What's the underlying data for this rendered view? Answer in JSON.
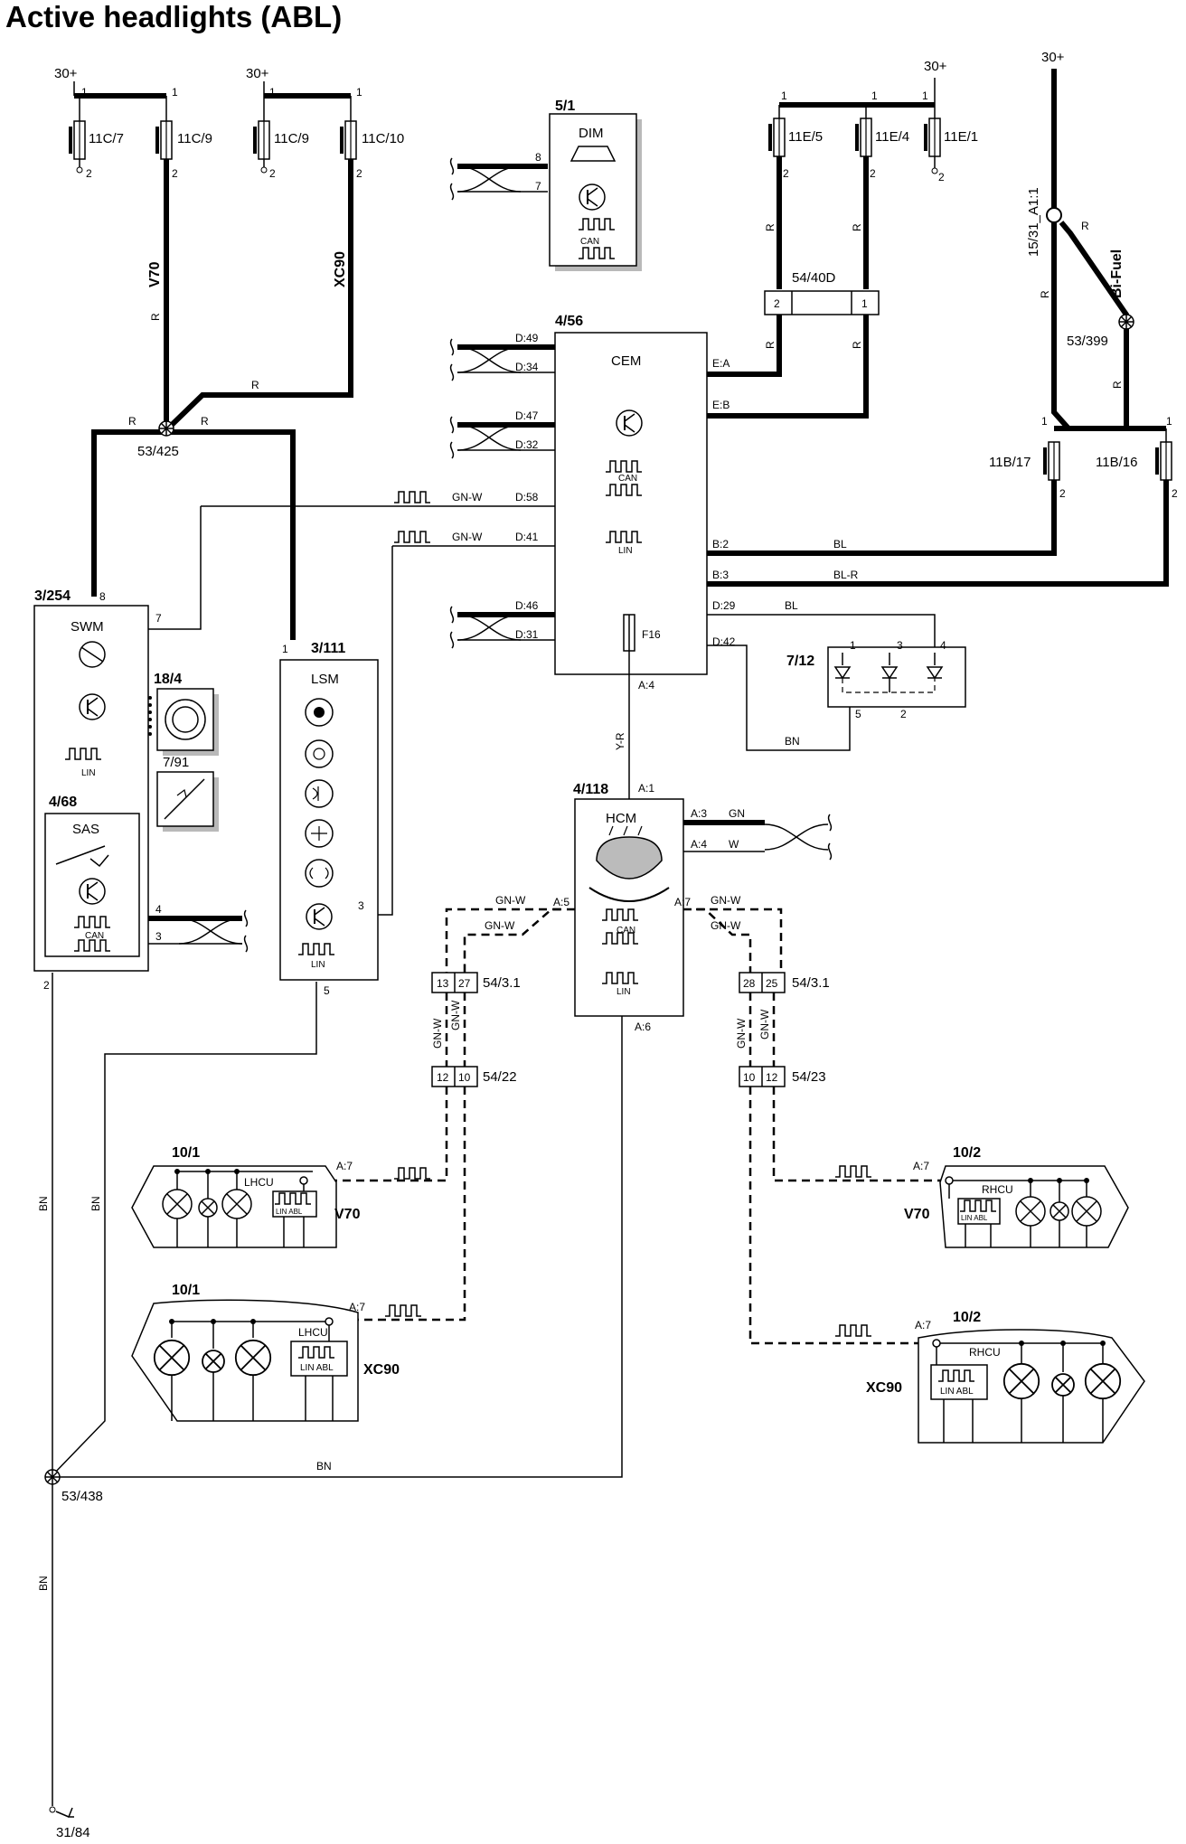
{
  "title": "Active headlights (ABL)",
  "supply": {
    "s30_1": "30+",
    "s30_2": "30+",
    "s30_3": "30+",
    "s30_4": "30+"
  },
  "fuses": {
    "f11c7": "11C/7",
    "f11c9a": "11C/9",
    "f11c9b": "11C/9",
    "f11c10": "11C/10",
    "f11e5": "11E/5",
    "f11e4": "11E/4",
    "f11e1": "11E/1",
    "f11b17": "11B/17",
    "f11b16": "11B/16"
  },
  "components": {
    "dim_id": "5/1",
    "dim": "DIM",
    "cem_id": "4/56",
    "cem": "CEM",
    "fuse_f16": "F16",
    "swm_id": "3/254",
    "swm": "SWM",
    "sw184_id": "18/4",
    "sw791_id": "7/91",
    "sas_id": "4/68",
    "sas": "SAS",
    "lsm_id": "3/111",
    "lsm": "LSM",
    "hcm_id": "4/118",
    "hcm": "HCM",
    "led_id": "7/12",
    "lh_v70_id": "10/1",
    "lh_xc90_id": "10/1",
    "rh_v70_id": "10/2",
    "rh_xc90_id": "10/2",
    "lhcu": "LHCU",
    "rhcu": "RHCU",
    "linabl": "LIN ABL",
    "conn_54_40d": "54/40D",
    "conn_54_3_1a": "54/3.1",
    "conn_54_3_1b": "54/3.1",
    "conn_54_22": "54/22",
    "conn_54_23": "54/23",
    "splice_53_425": "53/425",
    "splice_53_399": "53/399",
    "splice_15_31": "15/31_A1:1",
    "splice_53_438": "53/438",
    "ground": "31/84"
  },
  "models": {
    "v70": "V70",
    "xc90": "XC90",
    "bifuel": "Bi-Fuel"
  },
  "bus": {
    "can": "CAN",
    "lin": "LIN"
  },
  "wires": {
    "r": "R",
    "gnw": "GN-W",
    "bl": "BL",
    "blr": "BL-R",
    "bn": "BN",
    "yr": "Y-R",
    "gn": "GN",
    "w": "W"
  },
  "pins": {
    "p1": "1",
    "p2": "2",
    "p3": "3",
    "p4": "4",
    "p5": "5",
    "p7": "7",
    "p8": "8",
    "p10": "10",
    "p12": "12",
    "p13": "13",
    "p25": "25",
    "p27": "27",
    "p28": "28",
    "d49": "D:49",
    "d34": "D:34",
    "d47": "D:47",
    "d32": "D:32",
    "d58": "D:58",
    "d41": "D:41",
    "d46": "D:46",
    "d31": "D:31",
    "d29": "D:29",
    "d42": "D:42",
    "ea": "E:A",
    "eb": "E:B",
    "b2": "B:2",
    "b3": "B:3",
    "a1": "A:1",
    "a3": "A:3",
    "a4": "A:4",
    "a5": "A:5",
    "a6": "A:6",
    "a7": "A:7"
  }
}
